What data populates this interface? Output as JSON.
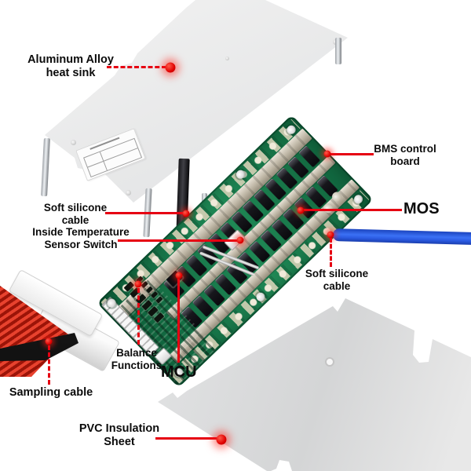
{
  "annotations": {
    "heat_sink": {
      "line1": "Aluminum Alloy",
      "line2": "heat sink"
    },
    "soft_silicone_left": {
      "line1": "Soft silicone",
      "line2": "cable"
    },
    "temp_sensor": {
      "line1": "Inside Temperature",
      "line2": "Sensor Switch"
    },
    "bms_board": {
      "line1": "BMS control",
      "line2": "board"
    },
    "mos": {
      "line1": "MOS"
    },
    "soft_silicone_right": {
      "line1": "Soft silicone",
      "line2": "cable"
    },
    "balance": {
      "line1": "Balance",
      "line2": "Functions"
    },
    "mcu": {
      "line1": "MCU"
    },
    "sampling_cable": {
      "line1": "Sampling cable"
    },
    "pvc_sheet": {
      "line1": "PVC Insulation",
      "line2": "Sheet"
    }
  },
  "colors": {
    "pointer_red": "#e60012",
    "pcb_green": "#1c7d4e",
    "cable_blue": "#2f63ea",
    "metal_gray": "#d9d9d9",
    "background": "#ffffff"
  }
}
